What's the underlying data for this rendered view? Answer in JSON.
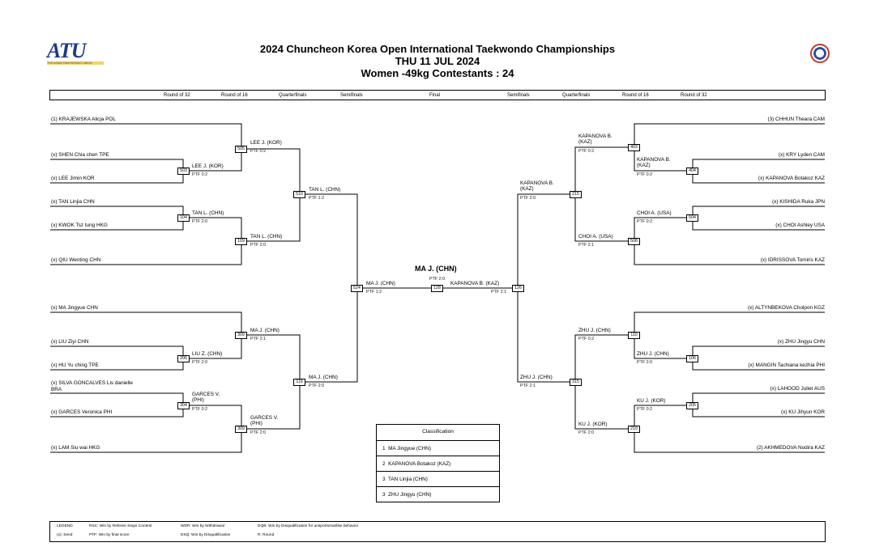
{
  "header": {
    "title_line1": "2024 Chuncheon Korea Open International Taekwondo Championships",
    "title_line2": "THU 11 JUL 2024",
    "title_line3": "Women -49kg Contestants : 24",
    "logo_text": "ATU",
    "logo_subtext": "THE ASIAN TAEKWONDO UNION"
  },
  "rounds_left": [
    "Round of 32",
    "Round of 16",
    "Quarterfinals",
    "Semifinals"
  ],
  "round_final": "Final",
  "rounds_right": [
    "Semifinals",
    "Quarterfinals",
    "Round of 16",
    "Round of 32"
  ],
  "left_players": [
    "(1) KRAJEWSKA Alicja POL",
    "(x) SHEN Chia chen TPE",
    "(x) LEE Jimin KOR",
    "(x) TAN Linjia CHN",
    "(x) KWOK Tsz tung HKG",
    "(x) QIU Wenting CHN",
    "(x) MA Jingyue CHN",
    "(x) LIU Ziyi CHN",
    "(x) HU Yu ching TPE",
    "(x) SILVA GONCALVES Lis danielle",
    "BRA",
    "(x) GARCES Veronica PHI",
    "(x) LAM Siu wai HKG"
  ],
  "right_players": [
    "(3) CHHUN Theara CAM",
    "(x) KRY Lyden CAM",
    "(x) KAPANOVA Botakoz KAZ",
    "(x) KISHIDA Ruka JPN",
    "(x) CHOI Ashley USA",
    "(x) IDRISSOVA Tomiris KAZ",
    "(x) ALTYNBEKOVA Cholpon KGZ",
    "(x) ZHU Jingyu CHN",
    "(x) MANGIN Tachiana kezhia PHI",
    "(x) LAHOOD Juliet AUS",
    "(x) KU Jihyun KOR",
    "(2) AKHMEDOVA Nodira KAZ"
  ],
  "left_matches": [
    {
      "box": "503",
      "winner": "LEE J. (KOR)",
      "score": "PTF 0:2"
    },
    {
      "box": "505",
      "winner": "LEE J. (KOR)",
      "score": "PTF 0:2"
    },
    {
      "box": "104",
      "winner": "TAN L. (CHN)",
      "score": "PTF 2:0"
    },
    {
      "box": "109",
      "winner": "TAN L. (CHN)",
      "score": "PTF 2:0"
    },
    {
      "box": "510",
      "winner": "TAN L. (CHN)",
      "score": "PTF 1:2"
    },
    {
      "box": "206",
      "winner": "LIU Z. (CHN)",
      "score": "PTF 2:0"
    },
    {
      "box": "309",
      "winner": "MA J. (CHN)",
      "score": "PTF 2:1"
    },
    {
      "box": "304",
      "winner": "GARCES V.",
      "winner2": "(PHI)",
      "score": "PTF 0:2"
    },
    {
      "box": "309",
      "winner": "GARCES V.",
      "winner2": "(PHI)",
      "score": "PTF 2:0"
    },
    {
      "box": "119",
      "winner": "MA J. (CHN)",
      "score": "PTF 2:0"
    },
    {
      "box": "524",
      "winner": "MA J. (CHN)",
      "score": "PTF 1:2"
    }
  ],
  "right_matches": [
    {
      "box": "403",
      "winner": "KAPANOVA B.",
      "winner2": "(KAZ)",
      "score": "PTF 0:2"
    },
    {
      "box": "404",
      "winner": "KAPANOVA B.",
      "winner2": "(KAZ)",
      "score": "PTF 0:2"
    },
    {
      "box": "504",
      "winner": "CHOI A. (USA)",
      "score": "PTF 0:2"
    },
    {
      "box": "508",
      "winner": "CHOI A. (USA)",
      "score": "PTF 2:1"
    },
    {
      "box": "215",
      "winner": "KAPANOVA B.",
      "winner2": "(KAZ)",
      "score": "PTF 2:0"
    },
    {
      "box": "110",
      "winner": "ZHU J. (CHN)",
      "score": "PTF 0:2"
    },
    {
      "box": "106",
      "winner": "ZHU J. (CHN)",
      "score": "PTF 2:0"
    },
    {
      "box": "205",
      "winner": "KU J. (KOR)",
      "score": "PTF 0:2"
    },
    {
      "box": "210",
      "winner": "KU J. (KOR)",
      "score": "PTF 2:0"
    },
    {
      "box": "315",
      "winner": "ZHU J. (CHN)",
      "score": "PTF 2:1"
    },
    {
      "box": "126",
      "winner": "KAPANOVA B. (KAZ)",
      "score": "PTF 2:1"
    }
  ],
  "final": {
    "champion": "MA J. (CHN)",
    "score": "PTF 2:0",
    "box": "128"
  },
  "classification": {
    "title": "Classification",
    "rows": [
      "1  MA Jingyue (CHN)",
      "2  KAPANOVA Botakoz (KAZ)",
      "3  TAN Linjia (CHN)",
      "3  ZHU Jingyu (CHN)"
    ]
  },
  "legend": {
    "title": "LEGEND",
    "seed": "(x): Seed",
    "rsc": "RSC: Win by Referee Stops Contest",
    "ptf": "PTF: Win by final score",
    "wdr": "WDR: Win by Withdrawal",
    "dsq": "DSQ: Win by Disqualification",
    "dqb": "DQB: Win by Disqualification for unsportsmanlike behavior",
    "round": "R: Round"
  }
}
